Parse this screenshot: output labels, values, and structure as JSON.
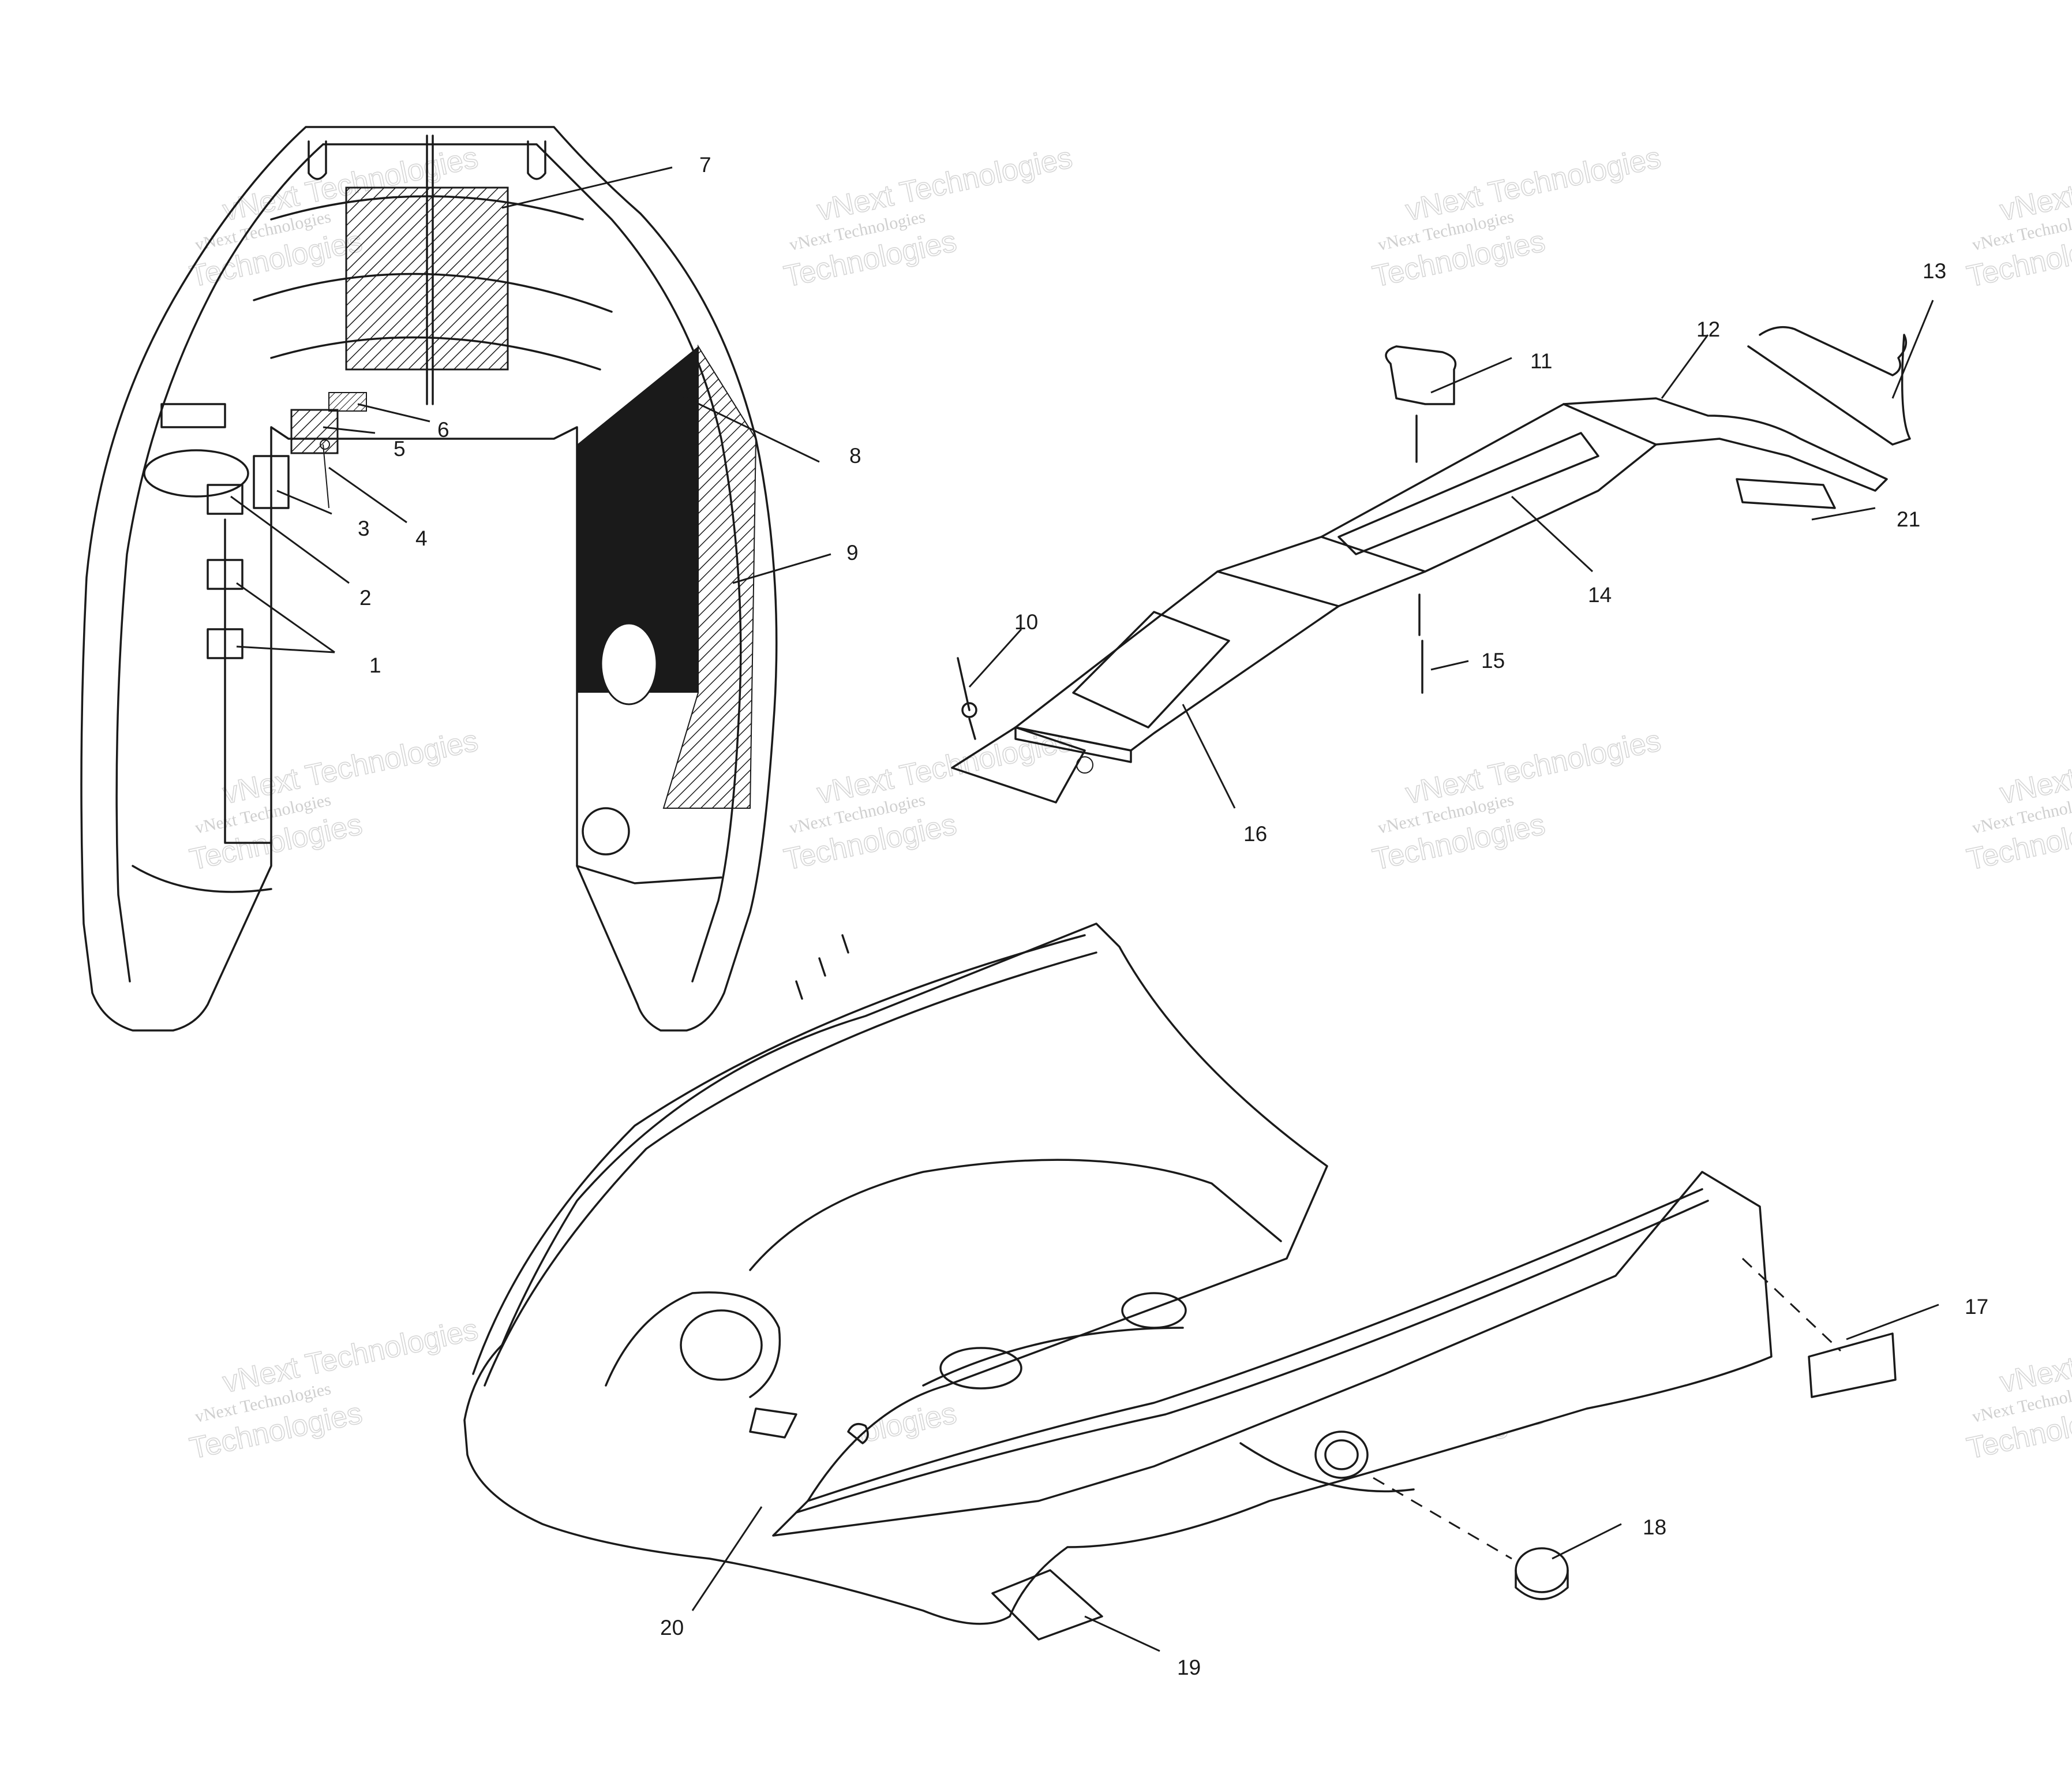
{
  "callouts": [
    "1",
    "2",
    "3",
    "4",
    "5",
    "6",
    "7",
    "8",
    "9",
    "10",
    "11",
    "12",
    "13",
    "14",
    "15",
    "16",
    "17",
    "18",
    "19",
    "20",
    "21"
  ],
  "watermark": {
    "line1": "vNext Technologies",
    "line2": "vNext Technologies",
    "line3": "Technologies"
  },
  "colors": {
    "ink": "#1a1a1a",
    "watermark": "#cfcfcf",
    "background": "#ffffff"
  }
}
